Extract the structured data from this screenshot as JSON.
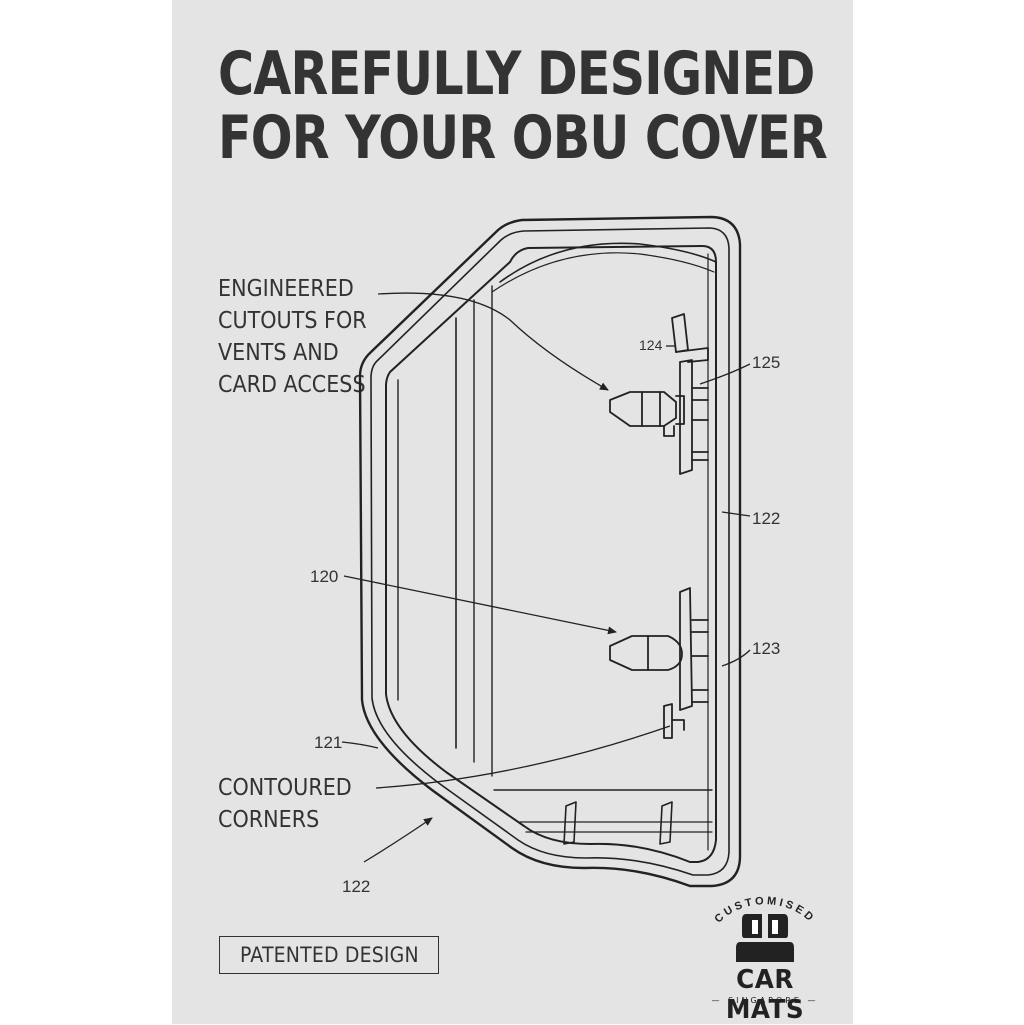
{
  "title": {
    "line1": "CAREFULLY DESIGNED",
    "line2": "FOR YOUR OBU COVER"
  },
  "callouts": {
    "cutouts": [
      "ENGINEERED",
      "CUTOUTS FOR",
      "VENTS AND",
      "CARD ACCESS"
    ],
    "corners": [
      "CONTOURED",
      "CORNERS"
    ]
  },
  "reference_labels": {
    "r124": "124",
    "r125": "125",
    "r122_right": "122",
    "r120": "120",
    "r123": "123",
    "r121": "121",
    "r122_bottom": "122"
  },
  "badge": "PATENTED DESIGN",
  "logo": {
    "arc_text": "CUSTOMISED",
    "main": "CAR MATS",
    "sub": "— SINGAPORE —"
  },
  "colors": {
    "background": "#e4e4e4",
    "ink": "#333333"
  }
}
